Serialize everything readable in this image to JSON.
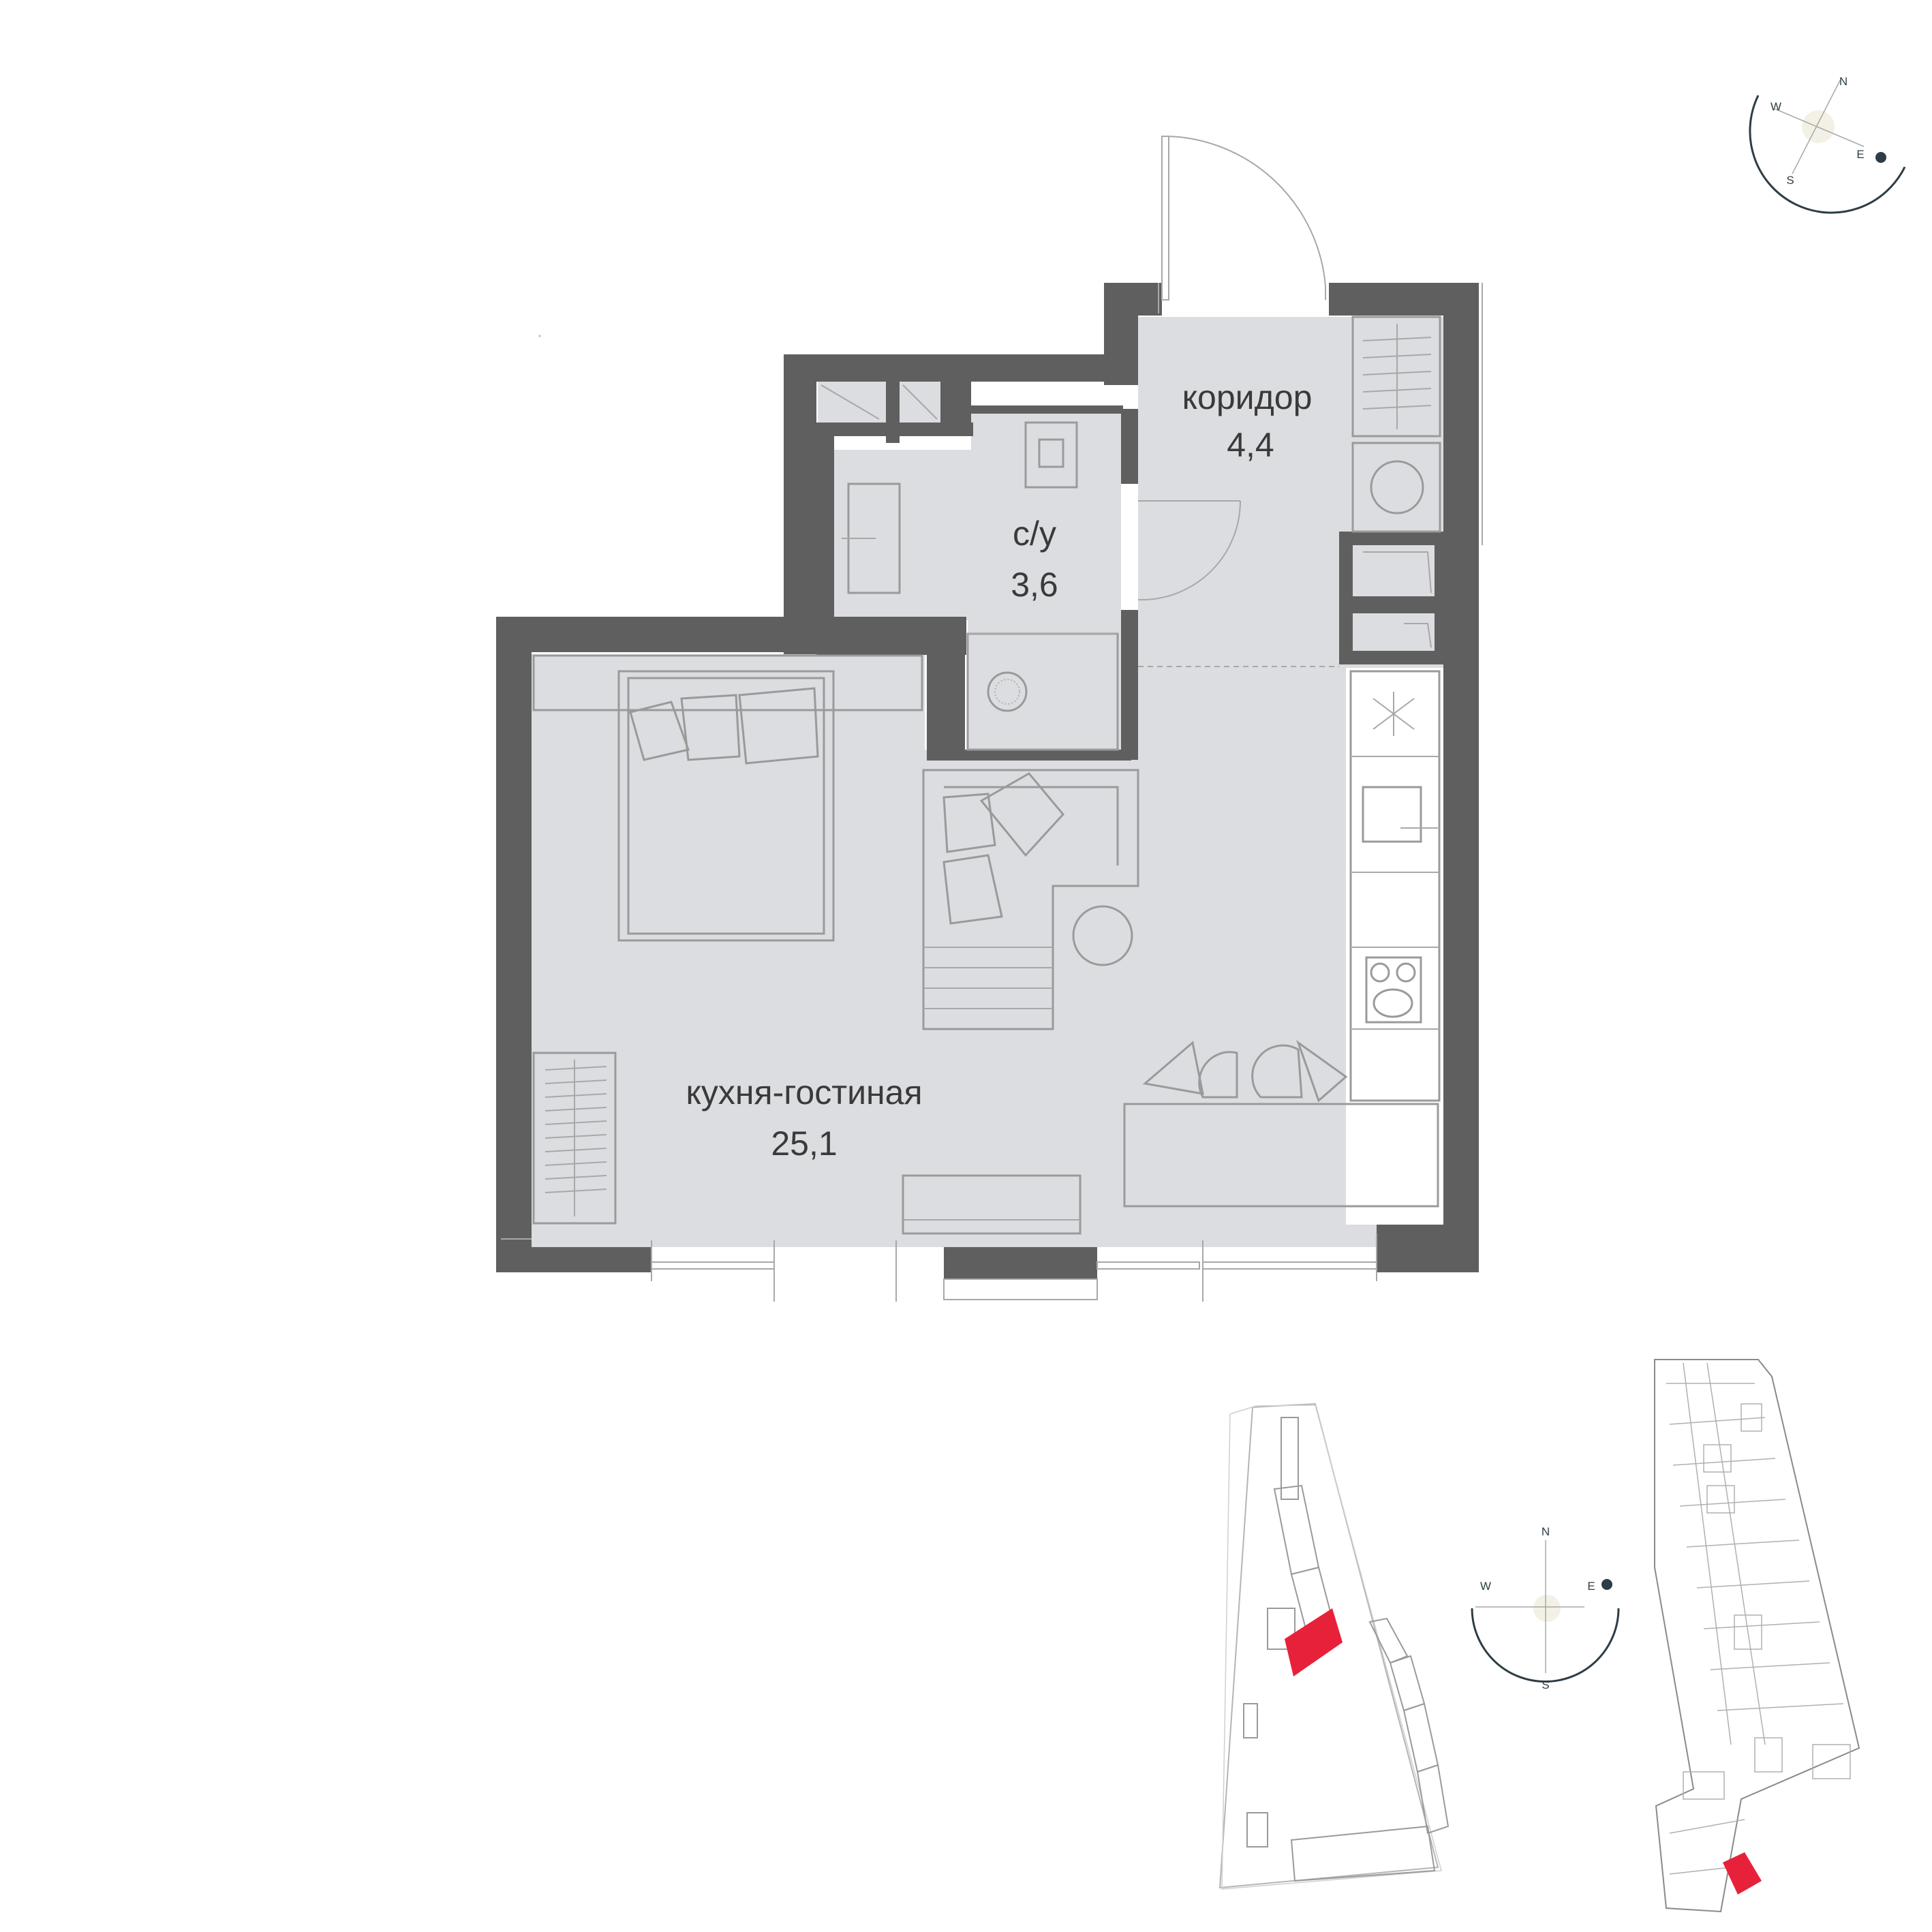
{
  "rooms": [
    {
      "name": "коридор",
      "area": "4,4"
    },
    {
      "name": "с/у",
      "area": "3,6"
    },
    {
      "name": "кухня-гостиная",
      "area": "25,1"
    }
  ],
  "compass_top": {
    "n": "N",
    "e": "E",
    "s": "S",
    "w": "W"
  },
  "compass_bottom": {
    "n": "N",
    "e": "E",
    "s": "S",
    "w": "W"
  },
  "colors": {
    "wall": "#5f5f5f",
    "floor": "#dcdde0",
    "highlight": "#e8213a",
    "compass": "#2e3d45"
  }
}
